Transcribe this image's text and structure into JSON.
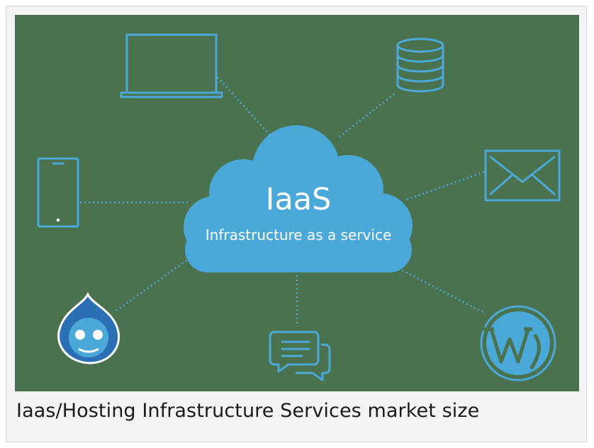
{
  "diagram": {
    "cloud": {
      "title": "IaaS",
      "subtitle": "Infrastructure as a service"
    },
    "nodes": [
      {
        "icon": "laptop-icon"
      },
      {
        "icon": "database-icon"
      },
      {
        "icon": "mobile-phone-icon"
      },
      {
        "icon": "envelope-icon"
      },
      {
        "icon": "drupal-logo-icon"
      },
      {
        "icon": "chat-bubbles-icon"
      },
      {
        "icon": "wordpress-logo-icon"
      }
    ],
    "colors": {
      "background": "#4a724f",
      "cloud": "#4aa9d8",
      "icon_stroke": "#4aa9d8",
      "connector": "#4aa9d8"
    }
  },
  "caption": "Iaas/Hosting Infrastructure Services market size"
}
